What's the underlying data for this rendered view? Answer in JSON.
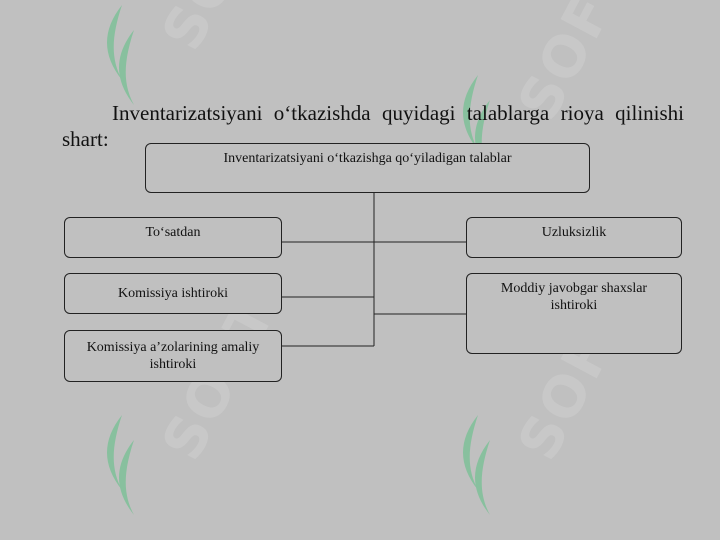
{
  "intro_text": "Inventarizatsiyani o‘tkazishda quyidagi talablarga rioya qilinishi shart:",
  "watermark": {
    "text": "SOFT",
    "color": "#22c060"
  },
  "diagram": {
    "root": "Inventarizatsiyani o‘tkazishga qo‘yiladigan talablar",
    "left": [
      "To‘satdan",
      "Komissiya ishtiroki",
      "Komissiya a’zolarining amaliy ishtiroki"
    ],
    "right": [
      "Uzluksizlik",
      "Moddiy javobgar shaxslar ishtiroki"
    ]
  }
}
